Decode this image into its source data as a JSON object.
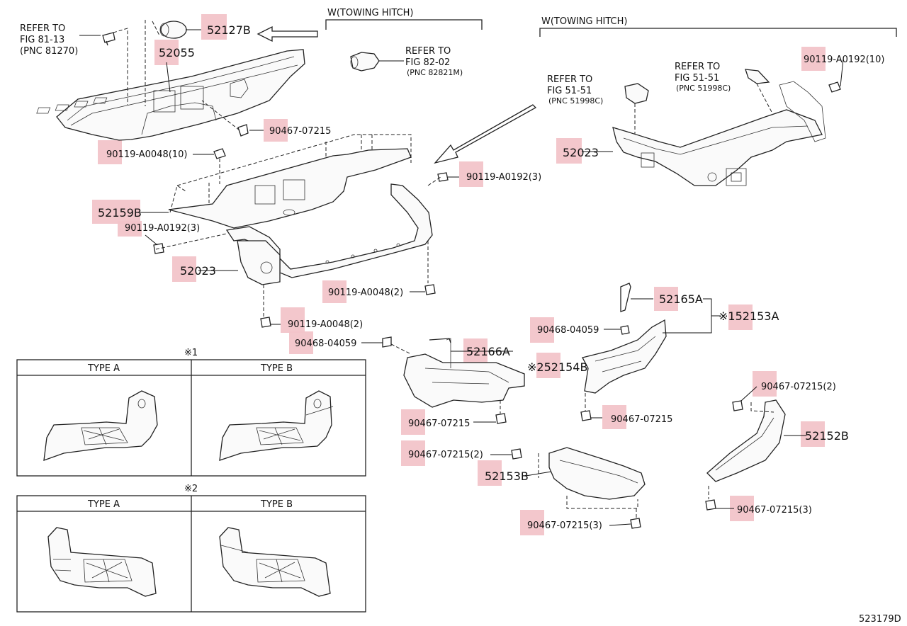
{
  "diagram_id": "523179D",
  "towing_hitch_left": "W(TOWING HITCH)",
  "towing_hitch_right": "W(TOWING HITCH)",
  "refs": {
    "fig81": [
      "REFER TO",
      "FIG 81-13",
      "(PNC 81270)"
    ],
    "fig82": [
      "REFER TO",
      "FIG 82-02",
      "(PNC 82821M)"
    ],
    "fig51a": [
      "REFER TO",
      "FIG 51-51",
      "(PNC 51998C)"
    ],
    "fig51b": [
      "REFER TO",
      "FIG 51-51",
      "(PNC 51998C)"
    ]
  },
  "labels": {
    "p52127B": "52127B",
    "p52055": "52055",
    "p90467_07215_a": "90467-07215",
    "p90119_A0048_10": "90119-A0048(10)",
    "p52159B": "52159B",
    "p90119_A0192_3_a": "90119-A0192(3)",
    "p90119_A0192_3_b": "90119-A0192(3)",
    "p52023_a": "52023",
    "p90119_A0048_2_a": "90119-A0048(2)",
    "p90119_A0048_2_b": "90119-A0048(2)",
    "p90468_04059_a": "90468-04059",
    "p52166A": "52166A",
    "mark2_52154B": "※252154B",
    "p52165A": "52165A",
    "mark1_52153A": "※152153A",
    "p90468_04059_b": "90468-04059",
    "p90467_07215_b": "90467-07215",
    "p90467_07215_c": "90467-07215",
    "p90467_07215_2_a": "90467-07215(2)",
    "p52153B": "52153B",
    "p90467_07215_3_a": "90467-07215(3)",
    "p90467_07215_2_b": "90467-07215(2)",
    "p52152B": "52152B",
    "p90467_07215_3_b": "90467-07215(3)",
    "p52023_b": "52023",
    "p90119_A0192_10": "90119-A0192(10)"
  },
  "inset1": {
    "mark": "※1",
    "type_a": "TYPE A",
    "type_b": "TYPE B"
  },
  "inset2": {
    "mark": "※2",
    "type_a": "TYPE A",
    "type_b": "TYPE B"
  },
  "highlight_color": "#f2c4c9"
}
